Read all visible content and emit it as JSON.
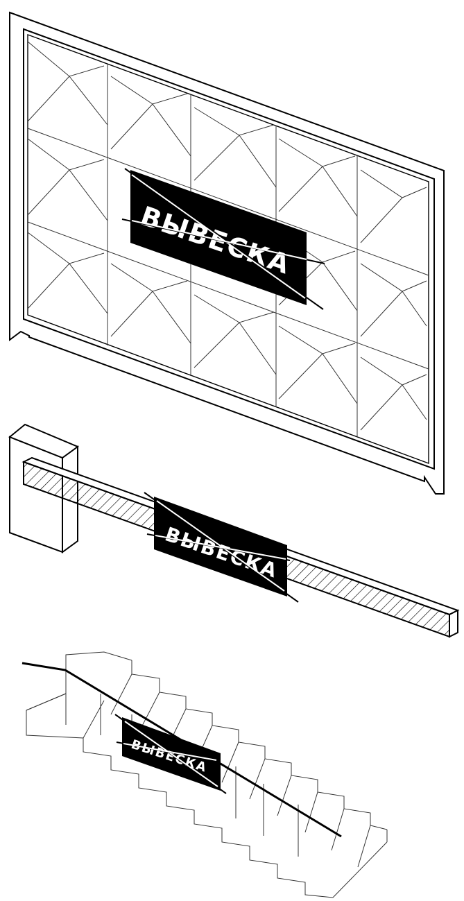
{
  "signs": [
    {
      "text": "ВЫВЕСКА"
    },
    {
      "text": "ВЫВЕСКА"
    },
    {
      "text": "ВЫВЕСКА"
    }
  ],
  "colors": {
    "ink": "#000000",
    "paper": "#ffffff"
  }
}
